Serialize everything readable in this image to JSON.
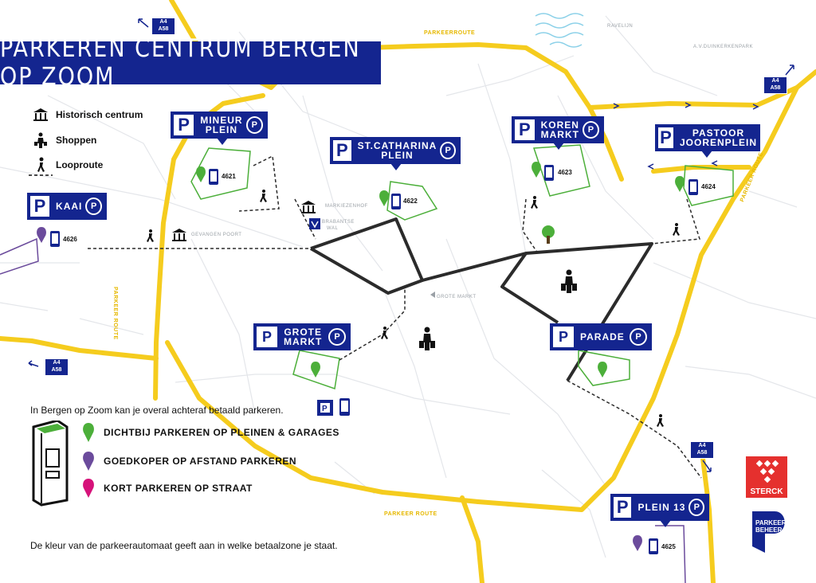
{
  "title": "PARKEREN CENTRUM BERGEN OP ZOOM",
  "legend": {
    "historisch": "Historisch centrum",
    "shoppen": "Shoppen",
    "looproute": "Looproute"
  },
  "parkings": [
    {
      "id": "mineur",
      "line1": "MINEUR",
      "line2": "PLEIN",
      "code": "4621",
      "pin": "green"
    },
    {
      "id": "catharina",
      "line1": "ST.CATHARINA",
      "line2": "PLEIN",
      "code": "4622",
      "pin": "green"
    },
    {
      "id": "koren",
      "line1": "KOREN",
      "line2": "MARKT",
      "code": "4623",
      "pin": "green"
    },
    {
      "id": "pastoor",
      "line1": "PASTOOR",
      "line2": "JOORENPLEIN",
      "code": "4624",
      "pin": "green"
    },
    {
      "id": "kaai",
      "line1": "KAAI",
      "line2": "",
      "code": "4626",
      "pin": "purple"
    },
    {
      "id": "grotemarkt",
      "line1": "GROTE",
      "line2": "MARKT",
      "code": "",
      "pin": "green"
    },
    {
      "id": "parade",
      "line1": "PARADE",
      "line2": "",
      "code": "",
      "pin": "green"
    },
    {
      "id": "plein13",
      "line1": "PLEIN 13",
      "line2": "",
      "code": "4625",
      "pin": "purple"
    }
  ],
  "places": {
    "markiezenhof": "MARKIEZENHOF",
    "brabantse_wal_1": "BRABANTSE",
    "brabantse_wal_2": "WAL",
    "gevangenpoort": "GEVANGEN POORT",
    "grote_markt": "GROTE MARKT",
    "ravelijn": "RAVELIJN",
    "duinkerkenpark": "A.V.DUINKERKENPARK"
  },
  "route_labels": {
    "top": "PARKEERROUTE",
    "left": "PARKEER ROUTE",
    "bottom": "PARKEER ROUTE",
    "right": "PARKEER ROUTE"
  },
  "road_signs": {
    "sign_line1": "A4",
    "sign_line2": "A58"
  },
  "info_text": "In Bergen op Zoom kan je overal achteraf betaald parkeren.",
  "zones": {
    "green": "DICHTBIJ PARKEREN OP PLEINEN & GARAGES",
    "purple": "GOEDKOPER OP AFSTAND PARKEREN",
    "pink": "KORT PARKEREN OP STRAAT"
  },
  "footer_text": "De kleur van de parkeerautomaat geeft aan in welke betaalzone je staat.",
  "logos": {
    "sterck": "STERCK",
    "parkeer": "PARKEER",
    "beheer": "BEHEER"
  },
  "colors": {
    "brand_blue": "#14258f",
    "route_yellow": "#f5cc1e",
    "green_pin": "#4caf3a",
    "purple_pin": "#6b4b9c",
    "pink_pin": "#d6127a",
    "sterck_red": "#e5302e"
  }
}
